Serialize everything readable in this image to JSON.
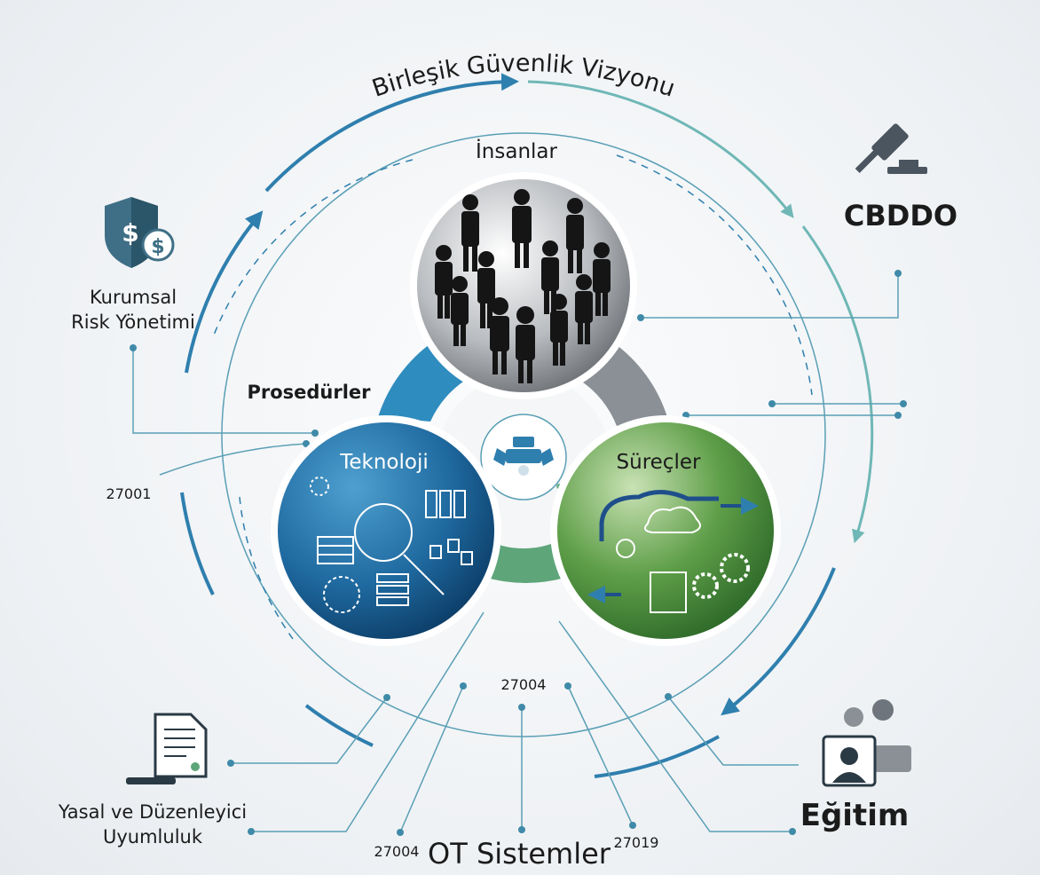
{
  "title": "Birleşik Güvenlik Vizyonu",
  "pillars": {
    "people": "İnsanlar",
    "technology": "Teknoloji",
    "processes": "Süreçler"
  },
  "labels": {
    "cbddo": "CBDDO",
    "risk_line1": "Kurumsal",
    "risk_line2": "Risk Yönetimi",
    "procedures": "Prosedürler",
    "iso_27001": "27001",
    "iso_27004_top": "27004",
    "legal_line1": "Yasal ve Düzenleyici",
    "legal_line2": "Uyumluluk",
    "iso_27004_bottom": "27004",
    "ot_systems": "OT Sistemler",
    "iso_27019": "27019",
    "training": "Eğitim"
  },
  "colors": {
    "blue": "#1f6aa0",
    "green": "#4f8f3c",
    "gray": "#8a9096",
    "teal": "#5a9fb5",
    "ring_blue": "#2f8cbf",
    "ring_green": "#5ea57a"
  }
}
